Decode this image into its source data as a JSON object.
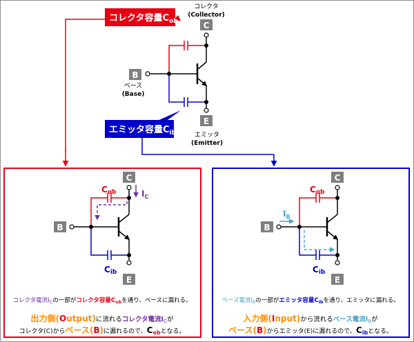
{
  "colors": {
    "collector": "#e60012",
    "emitter": "#0000cc",
    "terminal": "#7f7f7f",
    "purple": "#7030a0",
    "cyan": "#4aa3c9",
    "orange": "#ff8c00"
  },
  "top": {
    "cob_banner": {
      "main": "コレクタ容量C",
      "sub": "ob"
    },
    "cib_banner": {
      "main": "エミッタ容量C",
      "sub": "ib"
    },
    "terminal_c": "C",
    "terminal_b": "B",
    "terminal_e": "E",
    "collector_jp": "コレクタ",
    "collector_en": "(Collector)",
    "base_jp": "ベース",
    "base_en": "(Base)",
    "emitter_jp": "エミッタ",
    "emitter_en": "(Emitter)"
  },
  "left": {
    "terminal_c": "C",
    "terminal_b": "B",
    "terminal_e": "E",
    "cob_main": "C",
    "cob_sub": "ob",
    "cib_main": "C",
    "cib_sub": "ib",
    "ic_main": "I",
    "ic_sub": "C",
    "line1": {
      "a": "コレクタ電流I",
      "a_sub": "C",
      "b": "の一部が",
      "c": "コレクタ容量C",
      "c_sub": "ob",
      "d": "を通り、ベースに漏れる。"
    },
    "line2": {
      "a": "出力側(",
      "b": "O",
      "c": "utput)",
      "d": "に流れる",
      "e": "コレクタ電流I",
      "e_sub": "C",
      "f": "が"
    },
    "line3": {
      "a": "コレクタ(C)から",
      "b": "ベース(",
      "c": "B",
      "d": ")",
      "e": "に漏れるので、",
      "f": "C",
      "f_sub": "ob",
      "g": "となる。"
    }
  },
  "right": {
    "terminal_c": "C",
    "terminal_b": "B",
    "terminal_e": "E",
    "cob_main": "C",
    "cob_sub": "ob",
    "cib_main": "C",
    "cib_sub": "ib",
    "ib_main": "I",
    "ib_sub": "B",
    "line1": {
      "a": "ベース電流I",
      "a_sub": "B",
      "b": "の一部が",
      "c": "エミッタ容量C",
      "c_sub": "ib",
      "d": "を通り、エミッタに漏れる。"
    },
    "line2": {
      "a": "入力側(",
      "b": "I",
      "c": "nput)",
      "d": "から流れる",
      "e": "ベース電流I",
      "e_sub": "B",
      "f": "が"
    },
    "line3": {
      "a": "ベース(",
      "b": "B",
      "c": ")",
      "d": "からエミッタ(E)に漏れるので、",
      "e": "C",
      "e_sub": "ib",
      "f": "となる。"
    }
  }
}
